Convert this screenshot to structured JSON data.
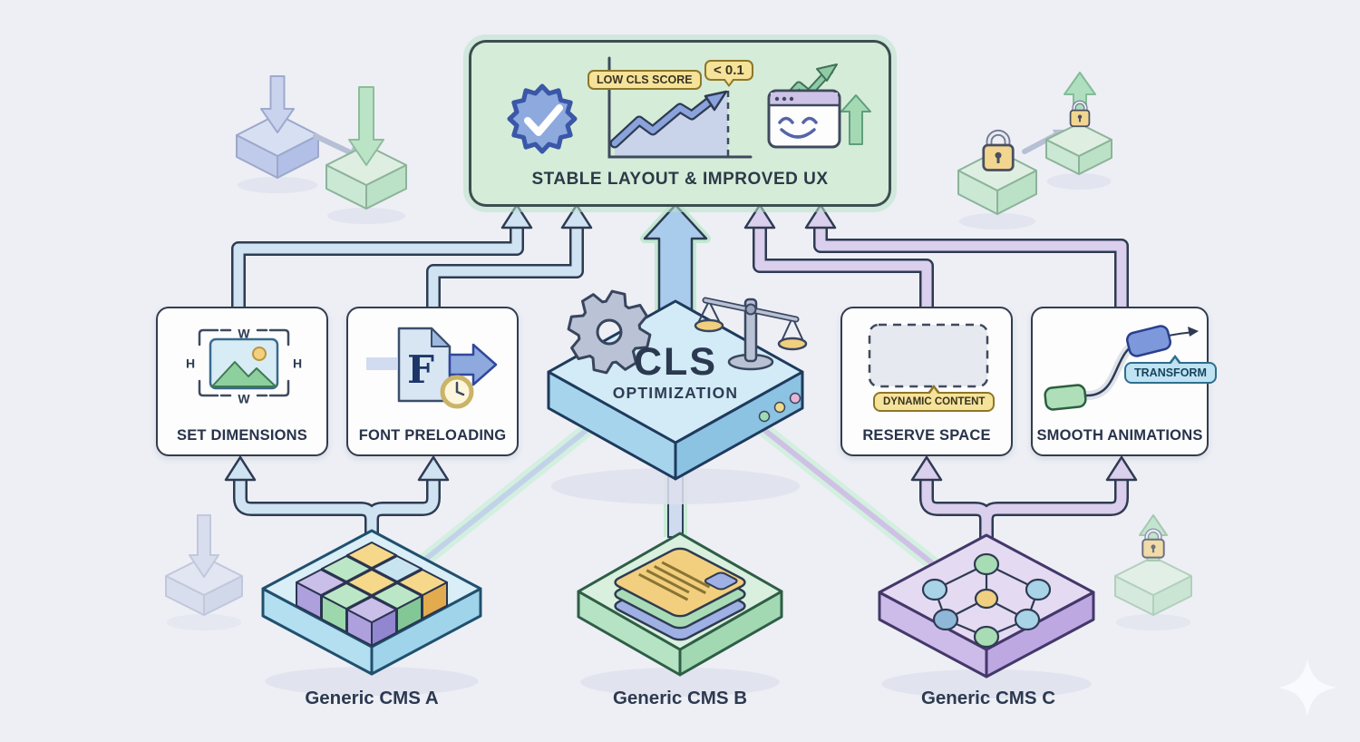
{
  "outcome_panel": {
    "title": "STABLE LAYOUT & IMPROVED UX",
    "score_tag": "LOW CLS SCORE",
    "score_value": "< 0.1"
  },
  "hub": {
    "title": "CLS",
    "subtitle": "OPTIMIZATION"
  },
  "strategies": [
    {
      "label": "SET DIMENSIONS",
      "dim_width": "W",
      "dim_height": "H"
    },
    {
      "label": "FONT PRELOADING",
      "glyph": "F"
    },
    {
      "label": "RESERVE SPACE",
      "tag": "DYNAMIC CONTENT"
    },
    {
      "label": "SMOOTH ANIMATIONS",
      "tag": "TRANSFORM"
    }
  ],
  "sources": [
    {
      "label": "Generic CMS A"
    },
    {
      "label": "Generic CMS B"
    },
    {
      "label": "Generic CMS C"
    }
  ],
  "colors": {
    "background": "#edeff5",
    "outcome_green": "#d5ecd8",
    "flow_blue": "#cfe3f3",
    "flow_purple": "#dacfec",
    "tag_yellow": "#f6e39a",
    "tag_blue": "#bfe3f2",
    "badge_blue": "#8da9de"
  }
}
